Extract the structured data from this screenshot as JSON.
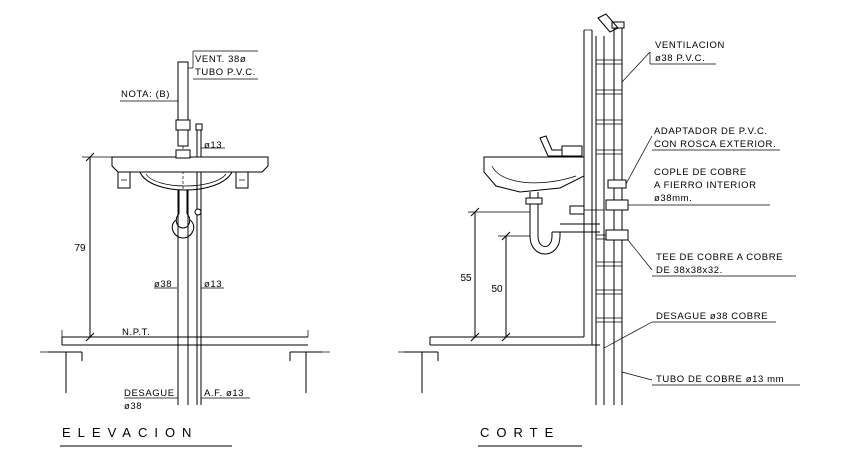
{
  "elevation": {
    "title": "ELEVACION",
    "labels": {
      "vent_line1": "VENT. 38ø",
      "vent_line2": "TUBO P.V.C.",
      "nota": "NOTA: (B)",
      "d13_top": "ø13",
      "d38_mid": "ø38",
      "d13_mid": "ø13",
      "npt": "N.P.T.",
      "desague_line1": "DESAGUE",
      "desague_line2": "ø38",
      "af": "A.F. ø13"
    },
    "dimensions": {
      "height": "79"
    }
  },
  "section": {
    "title": "CORTE",
    "labels": {
      "ventilacion_line1": "VENTILACION",
      "ventilacion_line2": "ø38 P.V.C.",
      "adaptador_line1": "ADAPTADOR DE P.V.C.",
      "adaptador_line2": "CON ROSCA EXTERIOR.",
      "cople_line1": "COPLE DE COBRE",
      "cople_line2": "A FIERRO INTERIOR",
      "cople_line3": "ø38mm.",
      "tee_line1": "TEE DE COBRE A COBRE",
      "tee_line2": "DE 38x38x32.",
      "desague": "DESAGUE ø38 COBRE",
      "tubo": "TUBO DE COBRE ø13 mm"
    },
    "dimensions": {
      "height_outer": "55",
      "height_inner": "50"
    }
  }
}
